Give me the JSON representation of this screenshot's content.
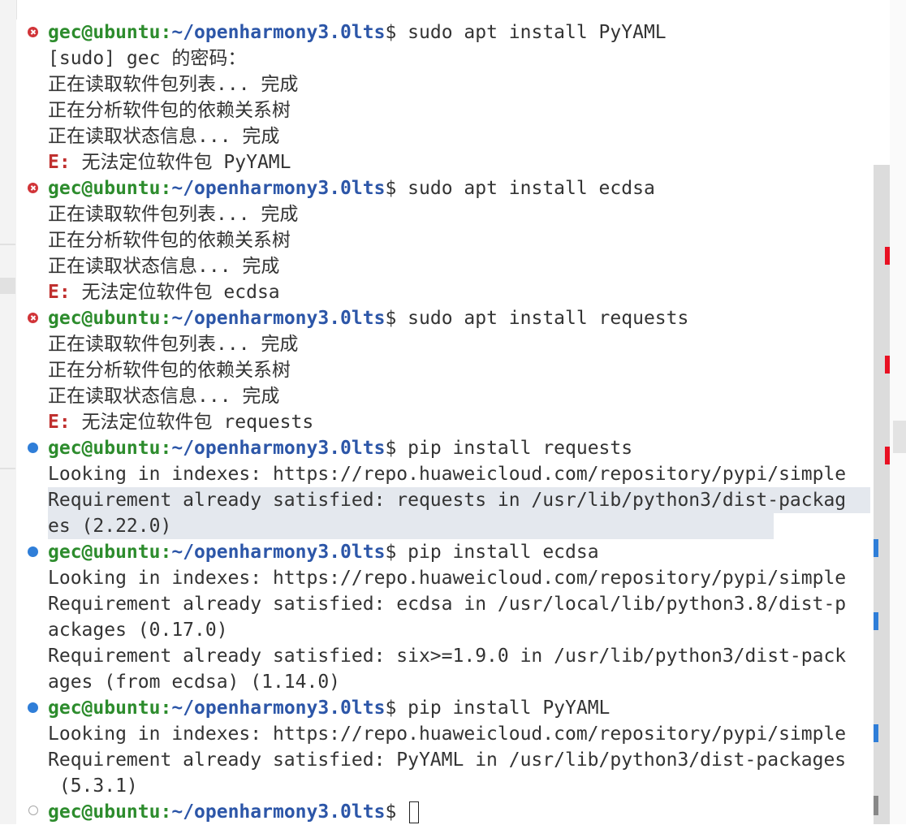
{
  "terminal": {
    "prompt": {
      "user": "gec@ubuntu",
      "colon": ":",
      "path": "~/openharmony3.0lts",
      "dollar": "$"
    },
    "blocks": [
      {
        "status": "error",
        "command": " sudo apt install PyYAML",
        "output": [
          "[sudo] gec 的密码：",
          "正在读取软件包列表... 完成",
          "正在分析软件包的依赖关系树",
          "正在读取状态信息... 完成"
        ],
        "error_prefix": "E:",
        "error_text": " 无法定位软件包 PyYAML"
      },
      {
        "status": "error",
        "command": " sudo apt install ecdsa",
        "output": [
          "正在读取软件包列表... 完成",
          "正在分析软件包的依赖关系树",
          "正在读取状态信息... 完成"
        ],
        "error_prefix": "E:",
        "error_text": " 无法定位软件包 ecdsa"
      },
      {
        "status": "error",
        "command": " sudo apt install requests",
        "output": [
          "正在读取软件包列表... 完成",
          "正在分析软件包的依赖关系树",
          "正在读取状态信息... 完成"
        ],
        "error_prefix": "E:",
        "error_text": " 无法定位软件包 requests"
      },
      {
        "status": "success",
        "command": " pip install requests",
        "output": [
          "Looking in indexes: https://repo.huaweicloud.com/repository/pypi/simple",
          "Requirement already satisfied: requests in /usr/lib/python3/dist-packag",
          "es (2.22.0)"
        ]
      },
      {
        "status": "success",
        "command": " pip install ecdsa",
        "output": [
          "Looking in indexes: https://repo.huaweicloud.com/repository/pypi/simple",
          "Requirement already satisfied: ecdsa in /usr/local/lib/python3.8/dist-p",
          "ackages (0.17.0)",
          "Requirement already satisfied: six>=1.9.0 in /usr/lib/python3/dist-pack",
          "ages (from ecdsa) (1.14.0)"
        ]
      },
      {
        "status": "success",
        "command": " pip install PyYAML",
        "output": [
          "Looking in indexes: https://repo.huaweicloud.com/repository/pypi/simple",
          "Requirement already satisfied: PyYAML in /usr/lib/python3/dist-packages",
          " (5.3.1)"
        ]
      },
      {
        "status": "default",
        "command": " ",
        "output": []
      }
    ]
  },
  "colors": {
    "error_deco": "#d13438",
    "success_deco": "#2f7ed8",
    "prompt_user": "#2d8c2d",
    "prompt_path": "#2c56a8",
    "error_prefix": "#c0302f",
    "selection": "#e4e8ee"
  },
  "icons": {
    "error": "error-circle-icon",
    "success": "success-dot-icon",
    "default": "empty-circle-icon"
  }
}
